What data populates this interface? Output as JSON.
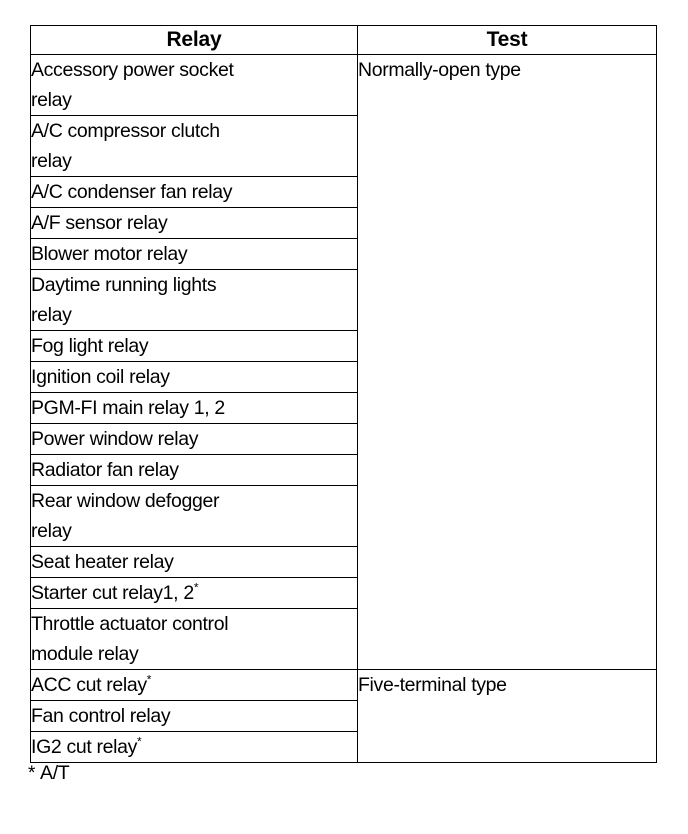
{
  "table": {
    "columns": [
      {
        "key": "relay",
        "header": "Relay"
      },
      {
        "key": "test",
        "header": "Test"
      }
    ],
    "rows": [
      {
        "relay": "Accessory power socket\nrelay",
        "lines": 2,
        "test": "Normally-open type",
        "test_rowspan": 15,
        "footnote_mark": ""
      },
      {
        "relay": "A/C compressor clutch\nrelay",
        "lines": 2,
        "test": "",
        "test_rowspan": 0,
        "footnote_mark": ""
      },
      {
        "relay": "A/C condenser fan relay",
        "lines": 1,
        "test": "",
        "test_rowspan": 0,
        "footnote_mark": ""
      },
      {
        "relay": "A/F sensor relay",
        "lines": 1,
        "test": "",
        "test_rowspan": 0,
        "footnote_mark": ""
      },
      {
        "relay": "Blower motor relay",
        "lines": 1,
        "test": "",
        "test_rowspan": 0,
        "footnote_mark": ""
      },
      {
        "relay": "Daytime running lights\nrelay",
        "lines": 2,
        "test": "",
        "test_rowspan": 0,
        "footnote_mark": ""
      },
      {
        "relay": "Fog light relay",
        "lines": 1,
        "test": "",
        "test_rowspan": 0,
        "footnote_mark": ""
      },
      {
        "relay": "Ignition coil relay",
        "lines": 1,
        "test": "",
        "test_rowspan": 0,
        "footnote_mark": ""
      },
      {
        "relay": "PGM-FI main relay 1, 2",
        "lines": 1,
        "test": "",
        "test_rowspan": 0,
        "footnote_mark": ""
      },
      {
        "relay": "Power window relay",
        "lines": 1,
        "test": "",
        "test_rowspan": 0,
        "footnote_mark": ""
      },
      {
        "relay": "Radiator fan relay",
        "lines": 1,
        "test": "",
        "test_rowspan": 0,
        "footnote_mark": ""
      },
      {
        "relay": "Rear window defogger\nrelay",
        "lines": 2,
        "test": "",
        "test_rowspan": 0,
        "footnote_mark": ""
      },
      {
        "relay": "Seat heater relay",
        "lines": 1,
        "test": "",
        "test_rowspan": 0,
        "footnote_mark": ""
      },
      {
        "relay": "Starter cut relay1, 2",
        "lines": 1,
        "test": "",
        "test_rowspan": 0,
        "footnote_mark": "*"
      },
      {
        "relay": "Throttle actuator control\nmodule relay",
        "lines": 2,
        "test": "",
        "test_rowspan": 0,
        "footnote_mark": ""
      },
      {
        "relay": "ACC cut relay",
        "lines": 1,
        "test": "Five-terminal type",
        "test_rowspan": 3,
        "footnote_mark": "*"
      },
      {
        "relay": "Fan control relay",
        "lines": 1,
        "test": "",
        "test_rowspan": 0,
        "footnote_mark": ""
      },
      {
        "relay": "IG2 cut relay",
        "lines": 1,
        "test": "",
        "test_rowspan": 0,
        "footnote_mark": "*"
      }
    ]
  },
  "footnote": {
    "mark": "*",
    "text": "A/T"
  },
  "colors": {
    "background": "#ffffff",
    "text": "#000000",
    "border": "#000000"
  }
}
